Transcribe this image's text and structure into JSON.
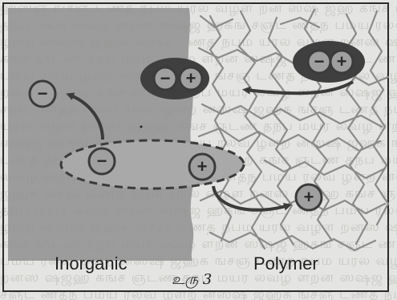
{
  "labels": {
    "inorganic": "Inorganic",
    "polymer": "Polymer"
  },
  "caption": "உரு 3",
  "symbols": {
    "minus": "−",
    "plus": "+"
  },
  "colors": {
    "inorganic_fill": "#8f8f8f",
    "dark_pair": "#3f3f3f",
    "ion_fill": "#a0a0a0",
    "chain_stroke": "#8a8a8a",
    "arrow": "#3b3b3b"
  }
}
